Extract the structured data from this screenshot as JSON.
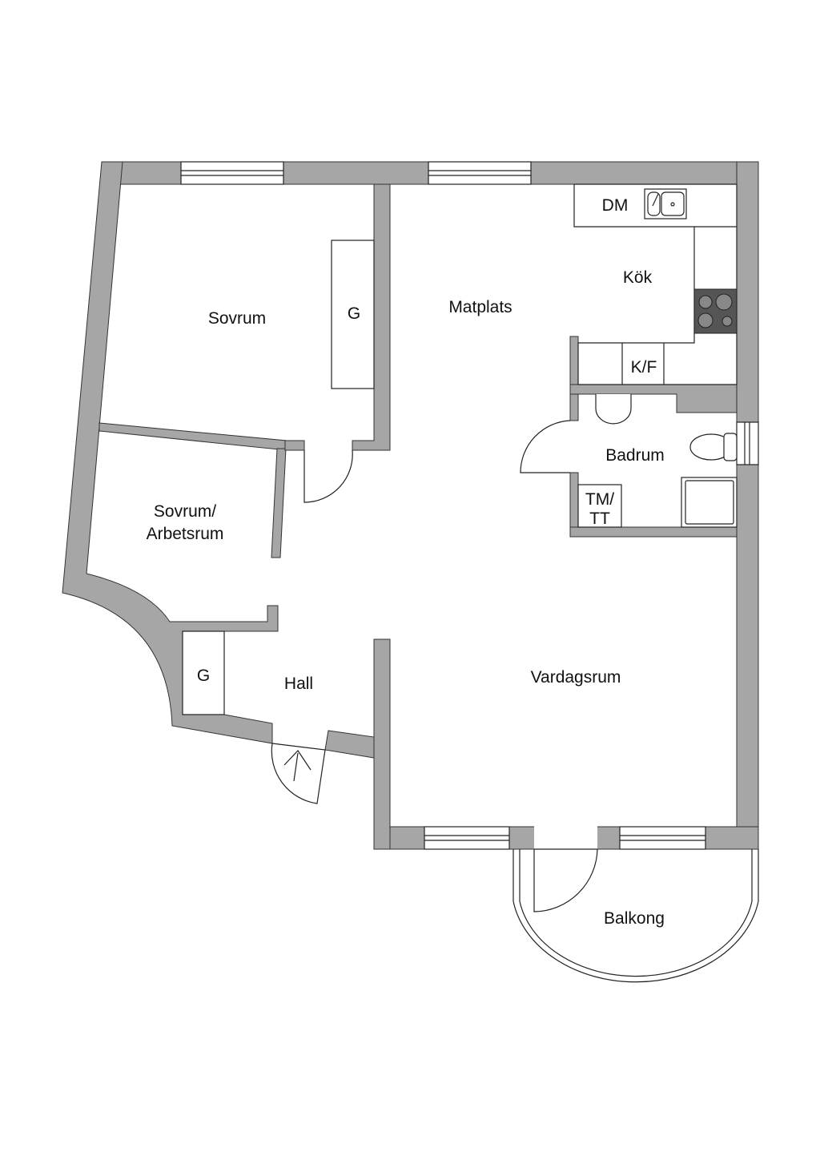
{
  "plan": {
    "rooms": {
      "sovrum": "Sovrum",
      "sovrum_arbetsrum_line1": "Sovrum/",
      "sovrum_arbetsrum_line2": "Arbetsrum",
      "matplats": "Matplats",
      "kok": "Kök",
      "badrum": "Badrum",
      "hall": "Hall",
      "vardagsrum": "Vardagsrum",
      "balkong": "Balkong"
    },
    "fixtures": {
      "wardrobe_bedroom": "G",
      "wardrobe_hall": "G",
      "dishwasher": "DM",
      "fridge_freezer": "K/F",
      "washer_dryer_line1": "TM/",
      "washer_dryer_line2": "TT"
    },
    "colors": {
      "wall": "#a6a6a6",
      "line": "#222222"
    }
  }
}
